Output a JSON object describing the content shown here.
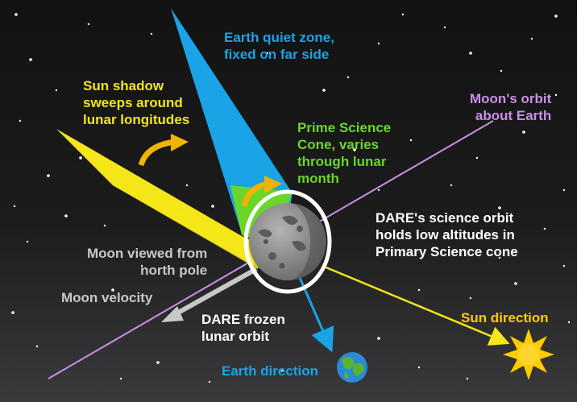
{
  "colors": {
    "background_top": "#121212",
    "background_bottom": "#3a3a3c",
    "quiet_zone": "#1aa3e6",
    "prime_cone": "#6ad62a",
    "sun_shadow": "#f5e61a",
    "moon_orbit": "#c98ee6",
    "moon": "#8a8a8a",
    "dare_orbit": "#ffffff",
    "velocity_arrow": "#c8c8c8",
    "sun": "#ffcc00",
    "earth_ocean": "#2a8ad6",
    "earth_land": "#5ab432",
    "curved_arrow": "#f0b400"
  },
  "labels": {
    "earth_quiet_zone": [
      "Earth quiet zone,",
      "fixed on far side"
    ],
    "sun_shadow": [
      "Sun shadow",
      "sweeps around",
      "lunar longitudes"
    ],
    "prime_science_cone": [
      "Prime Science",
      "Cone, varies",
      "through lunar",
      "month"
    ],
    "moons_orbit": [
      "Moon's orbit",
      "about Earth"
    ],
    "dare_science_orbit": [
      "DARE's science orbit",
      "holds low altitudes in",
      "Primary Science cone"
    ],
    "moon_viewed": [
      "Moon viewed from",
      "north pole"
    ],
    "moon_velocity": "Moon velocity",
    "dare_frozen_orbit": [
      "DARE frozen",
      "lunar orbit"
    ],
    "earth_direction": "Earth direction",
    "sun_direction": "Sun direction"
  },
  "icons": {
    "sun": "sun-icon",
    "earth": "earth-icon",
    "moon": "moon-icon",
    "curved_arrow": "curved-arrow-icon"
  }
}
